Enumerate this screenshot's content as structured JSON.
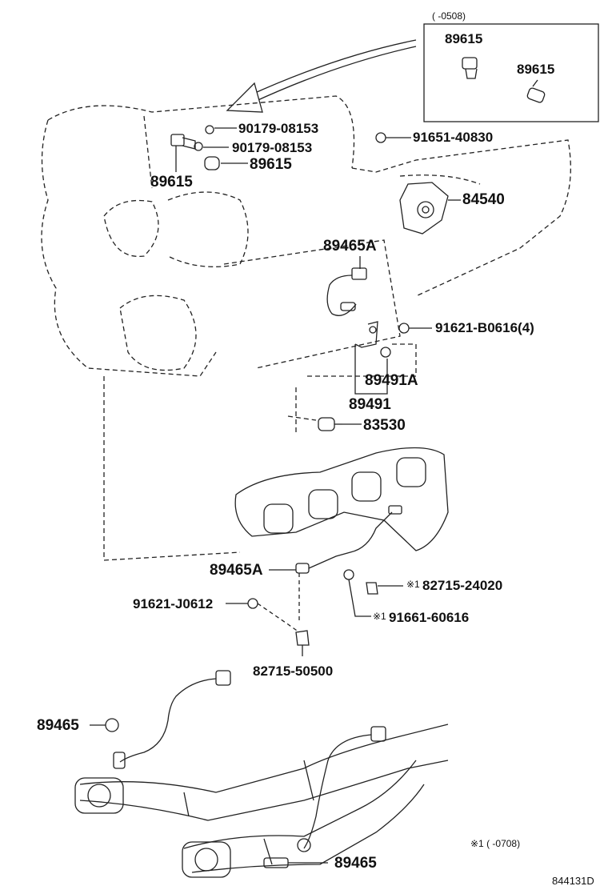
{
  "inset": {
    "range": "(    -0508)",
    "part_a": "89615",
    "part_b": "89615"
  },
  "labels": {
    "p90179_1": "90179-08153",
    "p90179_2": "90179-08153",
    "p91651": "91651-40830",
    "p89615_r": "89615",
    "p89615_l": "89615",
    "p84540": "84540",
    "p89465A_top": "89465A",
    "p91621_B": "91621-B0616(4)",
    "p89491A": "89491A",
    "p89491": "89491",
    "p83530": "83530",
    "p89465A_mid": "89465A",
    "p82715_24020": "82715-24020",
    "p91621_J": "91621-J0612",
    "p91661": "91661-60616",
    "p82715_50500": "82715-50500",
    "p89465_left": "89465",
    "p89465_bottom": "89465"
  },
  "marks": {
    "star1": "※1",
    "star2": "※1"
  },
  "footnote": "※1 (    -0708)",
  "diagram_id": "844131D"
}
